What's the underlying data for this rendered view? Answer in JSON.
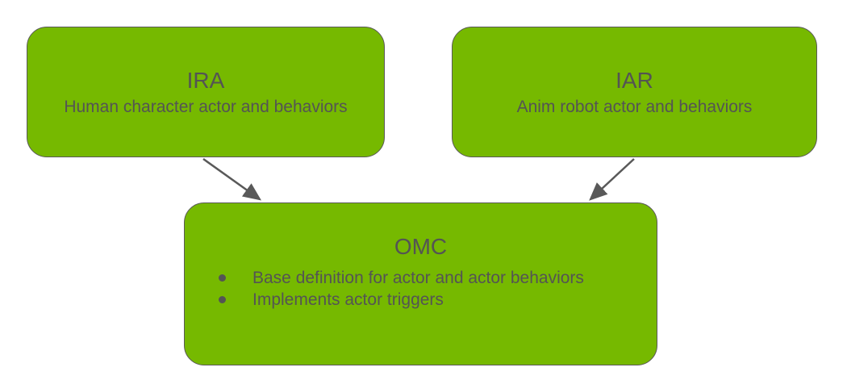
{
  "canvas": {
    "background": "#ffffff"
  },
  "theme": {
    "node_fill": "#76b900",
    "node_border": "#595959",
    "text_color": "#545454",
    "arrow_color": "#595959"
  },
  "nodes": {
    "ira": {
      "title": "IRA",
      "subtitle": "Human character actor and behaviors"
    },
    "iar": {
      "title": "IAR",
      "subtitle": "Anim robot actor and behaviors"
    },
    "omc": {
      "title": "OMC",
      "bullets": [
        "Base definition for actor and actor behaviors",
        "Implements actor triggers"
      ]
    }
  },
  "edges": [
    {
      "from": "IRA",
      "to": "OMC"
    },
    {
      "from": "IAR",
      "to": "OMC"
    }
  ]
}
